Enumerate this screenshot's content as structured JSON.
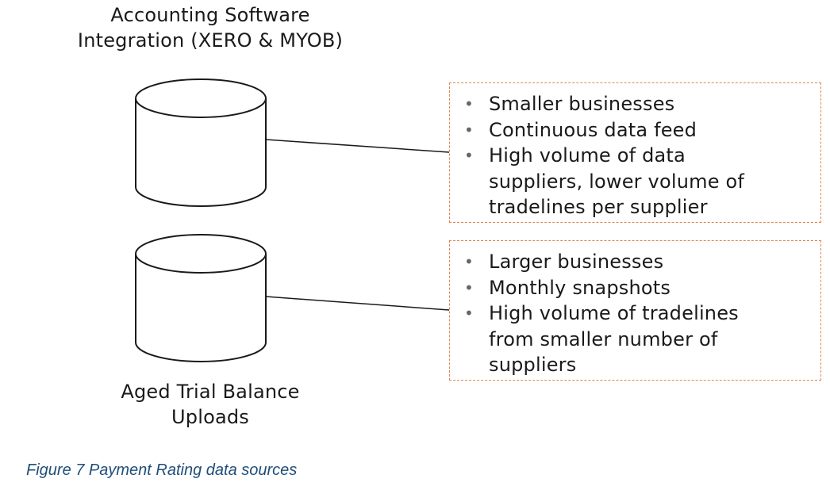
{
  "top_source": {
    "label_lines": [
      "Accounting Software",
      "Integration (XERO & MYOB)"
    ]
  },
  "bottom_source": {
    "label_lines": [
      "Aged Trial Balance",
      "Uploads"
    ]
  },
  "top_box": {
    "bullets": [
      {
        "lines": [
          "Smaller businesses"
        ]
      },
      {
        "lines": [
          "Continuous data feed"
        ]
      },
      {
        "lines": [
          "High volume of data",
          "suppliers, lower volume of",
          "tradelines per supplier"
        ]
      }
    ]
  },
  "bottom_box": {
    "bullets": [
      {
        "lines": [
          "Larger businesses"
        ]
      },
      {
        "lines": [
          "Monthly snapshots"
        ]
      },
      {
        "lines": [
          "High volume of tradelines",
          "from smaller number of",
          "suppliers"
        ]
      }
    ]
  },
  "bullet_glyph": "•",
  "caption": "Figure 7 Payment Rating data sources",
  "colors": {
    "box_border": "#e08550",
    "caption": "#1f4e79",
    "stroke": "#1a1a1a"
  }
}
